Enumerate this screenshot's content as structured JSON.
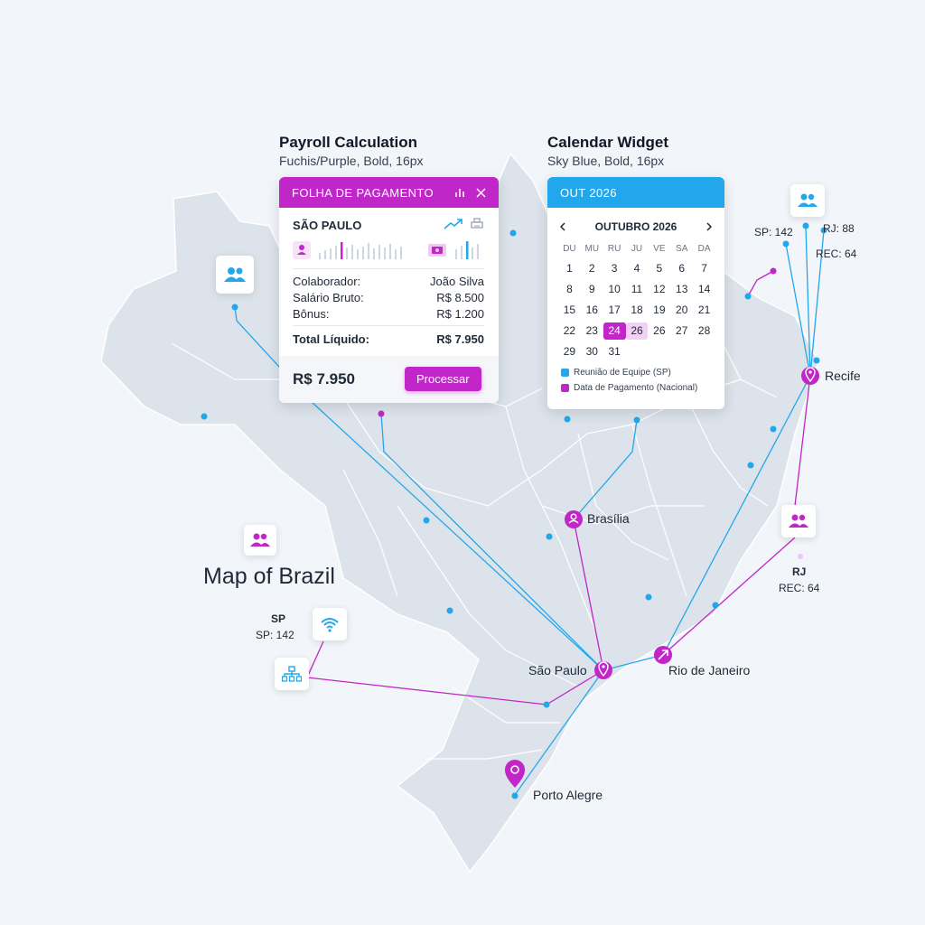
{
  "map_title": "Map of Brazil",
  "colors": {
    "accent_purple": "#c026c8",
    "accent_blue": "#22a7ec",
    "land": "#dde3ea",
    "background": "#f2f5f9"
  },
  "payroll_caption": {
    "title": "Payroll Calculation",
    "subtitle": "Fuchis/Purple, Bold, 16px"
  },
  "calendar_caption": {
    "title": "Calendar Widget",
    "subtitle": "Sky Blue, Bold, 16px"
  },
  "payroll_card": {
    "header": "FOLHA DE PAGAMENTO",
    "header_icons": [
      "bar-chart-icon",
      "close-icon"
    ],
    "city": "SÃO PAULO",
    "city_icons": [
      "trend-up-icon",
      "printer-icon"
    ],
    "fields": [
      {
        "label": "Colaborador:",
        "value": "João Silva"
      },
      {
        "label": "Salário Bruto:",
        "value": "R$ 8.500"
      },
      {
        "label": "Bônus:",
        "value": "R$ 1.200"
      }
    ],
    "total_label": "Total Líquido:",
    "total_value": "R$ 7.950",
    "footer_amount": "R$ 7.950",
    "button": "Processar"
  },
  "calendar_card": {
    "header": "OUT 2026",
    "month_label": "OUTUBRO 2026",
    "prev_icon": "chevron-left-icon",
    "next_icon": "chevron-right-icon",
    "weekdays": [
      "DU",
      "MU",
      "RU",
      "JU",
      "VE",
      "SA",
      "DA"
    ],
    "days": [
      1,
      2,
      3,
      4,
      5,
      6,
      7,
      8,
      9,
      10,
      11,
      12,
      13,
      14,
      15,
      16,
      17,
      18,
      19,
      20,
      21,
      22,
      23,
      24,
      26,
      26,
      27,
      28,
      29,
      30,
      31
    ],
    "selected_index": 23,
    "highlighted_index": 24,
    "legend": [
      {
        "label": "Reunião de Equipe (SP)",
        "color": "#22a7ec"
      },
      {
        "label": "Data de Pagamento (Nacional)",
        "color": "#c026c8"
      }
    ]
  },
  "cities": {
    "brasilia": "Brasília",
    "sao_paulo": "São Paulo",
    "rio": "Rio de Janeiro",
    "recife": "Recife",
    "porto_alegre": "Porto Alegre"
  },
  "stats": {
    "sp_top": "SP: 142",
    "rj_top": "RJ: 88",
    "rec_top": "REC: 64",
    "rj_title": "RJ",
    "rj_rec": "REC: 64",
    "sp_title": "SP",
    "sp_value": "SP: 142"
  },
  "tiles": [
    "users-icon",
    "users-icon",
    "users-icon",
    "users-icon",
    "wifi-icon",
    "org-chart-icon"
  ]
}
